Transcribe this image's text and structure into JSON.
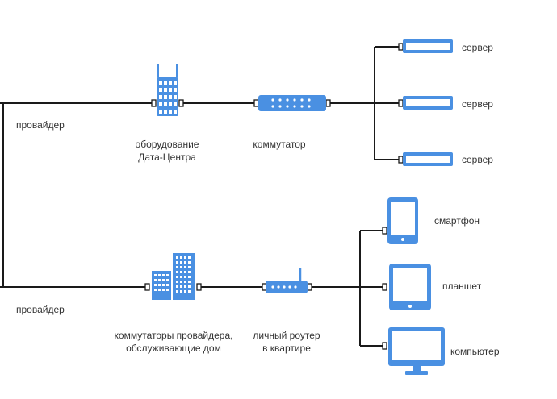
{
  "colors": {
    "device": "#4a90e2",
    "wire": "#1a1a1a",
    "light": "#ffffff",
    "text": "#333333"
  },
  "labels": {
    "provider_top": "провайдер",
    "datacenter": "оборудование\nДата-Центра",
    "switch": "коммутатор",
    "server_1": "сервер",
    "server_2": "сервер",
    "server_3": "сервер",
    "provider_bottom": "провайдер",
    "isp_switches": "коммутаторы провайдера,\nобслуживающие дом",
    "router": "личный роутер\nв квартире",
    "smartphone": "смартфон",
    "tablet": "планшет",
    "computer": "компьютер"
  },
  "icons": {
    "datacenter": "server-rack-icon",
    "switch": "network-switch-icon",
    "server": "rack-server-icon",
    "isp_switches": "buildings-icon",
    "router": "router-icon",
    "smartphone": "smartphone-icon",
    "tablet": "tablet-icon",
    "computer": "monitor-icon"
  }
}
